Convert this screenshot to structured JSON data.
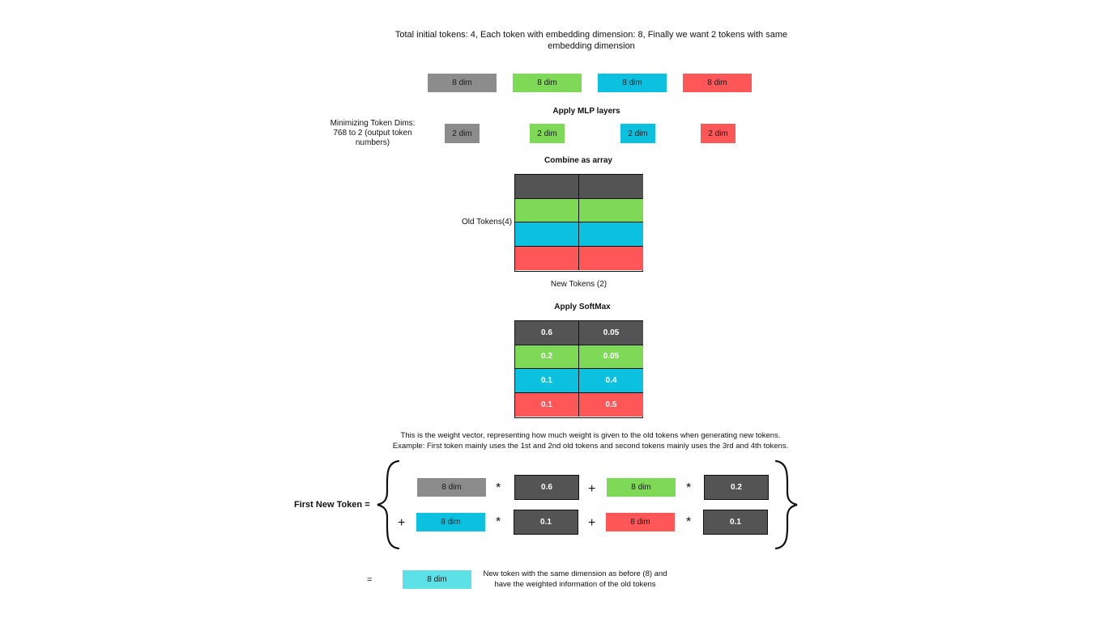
{
  "header": {
    "title_line1": "Total initial tokens: 4, Each token with embedding dimension: 8, Finally we want 2 tokens with same",
    "title_line2": "embedding dimension"
  },
  "initial_tokens": [
    "8 dim",
    "8 dim",
    "8 dim",
    "8 dim"
  ],
  "mlp_step": {
    "label": "Apply MLP layers",
    "side_line1": "Minimizing Token Dims:",
    "side_line2": "768 to 2 (output token",
    "side_line3": "numbers)",
    "tokens": [
      "2 dim",
      "2 dim",
      "2 dim",
      "2 dim"
    ]
  },
  "combine_step": {
    "label": "Combine as  array",
    "row_axis_label": "Old Tokens(4)",
    "col_axis_label": "New Tokens (2)"
  },
  "softmax_step": {
    "label": "Apply SoftMax",
    "rows": [
      [
        "0.6",
        "0.05"
      ],
      [
        "0.2",
        "0.05"
      ],
      [
        "0.1",
        "0.4"
      ],
      [
        "0.1",
        "0.5"
      ]
    ]
  },
  "explanation": {
    "line1": "This is the weight vector, representing how much weight is given to the old tokens when generating new tokens.",
    "line2": "Example: First token mainly uses the 1st and 2nd old tokens and second tokens mainly uses the 3rd and 4th tokens."
  },
  "equation": {
    "lhs_label": "First New Token =",
    "terms": [
      {
        "token": "8 dim",
        "weight": "0.6"
      },
      {
        "token": "8 dim",
        "weight": "0.2"
      },
      {
        "token": "8 dim",
        "weight": "0.1"
      },
      {
        "token": "8 dim",
        "weight": "0.1"
      }
    ],
    "times_symbol": "*",
    "plus_symbol": "+"
  },
  "result": {
    "equals_symbol": "=",
    "token": "8 dim",
    "note_line1": "New token with the same dimension as before (8) and",
    "note_line2": "have the weighted information of the old tokens"
  },
  "colors": {
    "token1": "#8c8c8c",
    "token2": "#7ed957",
    "token3": "#0cc0df",
    "token4": "#ff5757",
    "weight_cell": "#545454",
    "result_token": "#5ce1e6"
  }
}
